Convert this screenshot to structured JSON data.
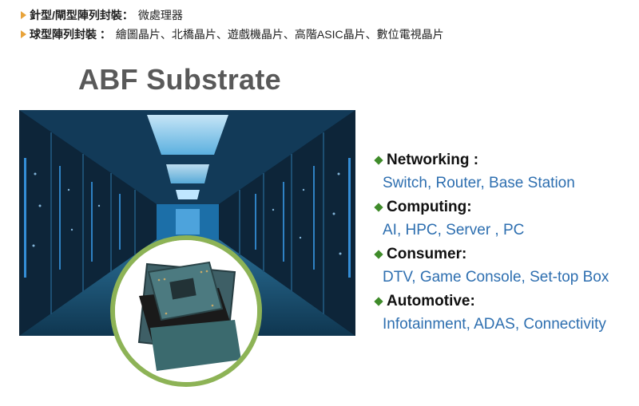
{
  "packages": [
    {
      "key": "針型/閘型陣列封裝：",
      "value": "微處理器"
    },
    {
      "key": "球型陣列封裝 ：",
      "value": "繪圖晶片、北橋晶片、遊戲機晶片、高階ASIC晶片、數位電視晶片"
    }
  ],
  "title": "ABF Substrate",
  "applications": [
    {
      "heading": "Networking :",
      "desc": "Switch, Router, Base Station"
    },
    {
      "heading": "Computing:",
      "desc": "AI, HPC, Server , PC"
    },
    {
      "heading": "Consumer:",
      "desc": "DTV, Game Console, Set-top Box"
    },
    {
      "heading": "Automotive:",
      "desc": "Infotainment, ADAS, Connectivity"
    }
  ],
  "colors": {
    "accent_green": "#3f8b2a",
    "circle_border": "#8db356",
    "desc_blue": "#2e6fb0",
    "bullet_orange": "#e8a33a"
  },
  "icons": {
    "bullet": "orange-triangle-icon",
    "app_bullet": "green-diamond-icon"
  }
}
